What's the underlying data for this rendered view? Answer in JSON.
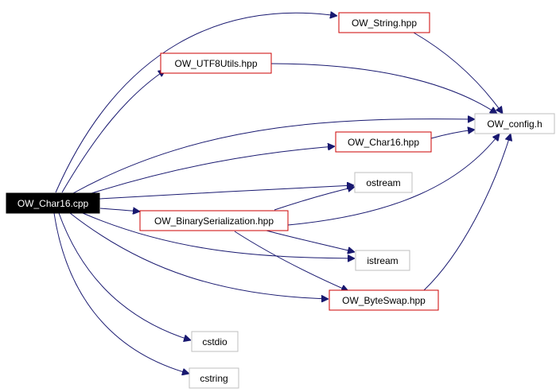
{
  "colors": {
    "edge": "#191970",
    "root_fill": "#000000",
    "root_text": "#ffffff",
    "linked_border": "#cc0000",
    "external_border": "#bfbfbf",
    "node_fill": "#ffffff",
    "node_text": "#000000"
  },
  "nodes": {
    "root": {
      "label": "OW_Char16.cpp",
      "kind": "root"
    },
    "string": {
      "label": "OW_String.hpp",
      "kind": "linked"
    },
    "utf8": {
      "label": "OW_UTF8Utils.hpp",
      "kind": "linked"
    },
    "config": {
      "label": "OW_config.h",
      "kind": "external"
    },
    "char16": {
      "label": "OW_Char16.hpp",
      "kind": "linked"
    },
    "ostream": {
      "label": "ostream",
      "kind": "external"
    },
    "binser": {
      "label": "OW_BinarySerialization.hpp",
      "kind": "linked"
    },
    "istream": {
      "label": "istream",
      "kind": "external"
    },
    "byteswap": {
      "label": "OW_ByteSwap.hpp",
      "kind": "linked"
    },
    "cstdio": {
      "label": "cstdio",
      "kind": "external"
    },
    "cstring": {
      "label": "cstring",
      "kind": "external"
    }
  },
  "edges": [
    {
      "from": "root",
      "to": "string"
    },
    {
      "from": "root",
      "to": "utf8"
    },
    {
      "from": "root",
      "to": "config"
    },
    {
      "from": "root",
      "to": "char16"
    },
    {
      "from": "root",
      "to": "ostream"
    },
    {
      "from": "root",
      "to": "binser"
    },
    {
      "from": "root",
      "to": "istream"
    },
    {
      "from": "root",
      "to": "byteswap"
    },
    {
      "from": "root",
      "to": "cstdio"
    },
    {
      "from": "root",
      "to": "cstring"
    },
    {
      "from": "string",
      "to": "config"
    },
    {
      "from": "utf8",
      "to": "config"
    },
    {
      "from": "char16",
      "to": "config"
    },
    {
      "from": "binser",
      "to": "config"
    },
    {
      "from": "binser",
      "to": "ostream"
    },
    {
      "from": "binser",
      "to": "istream"
    },
    {
      "from": "binser",
      "to": "byteswap"
    },
    {
      "from": "byteswap",
      "to": "config"
    }
  ]
}
